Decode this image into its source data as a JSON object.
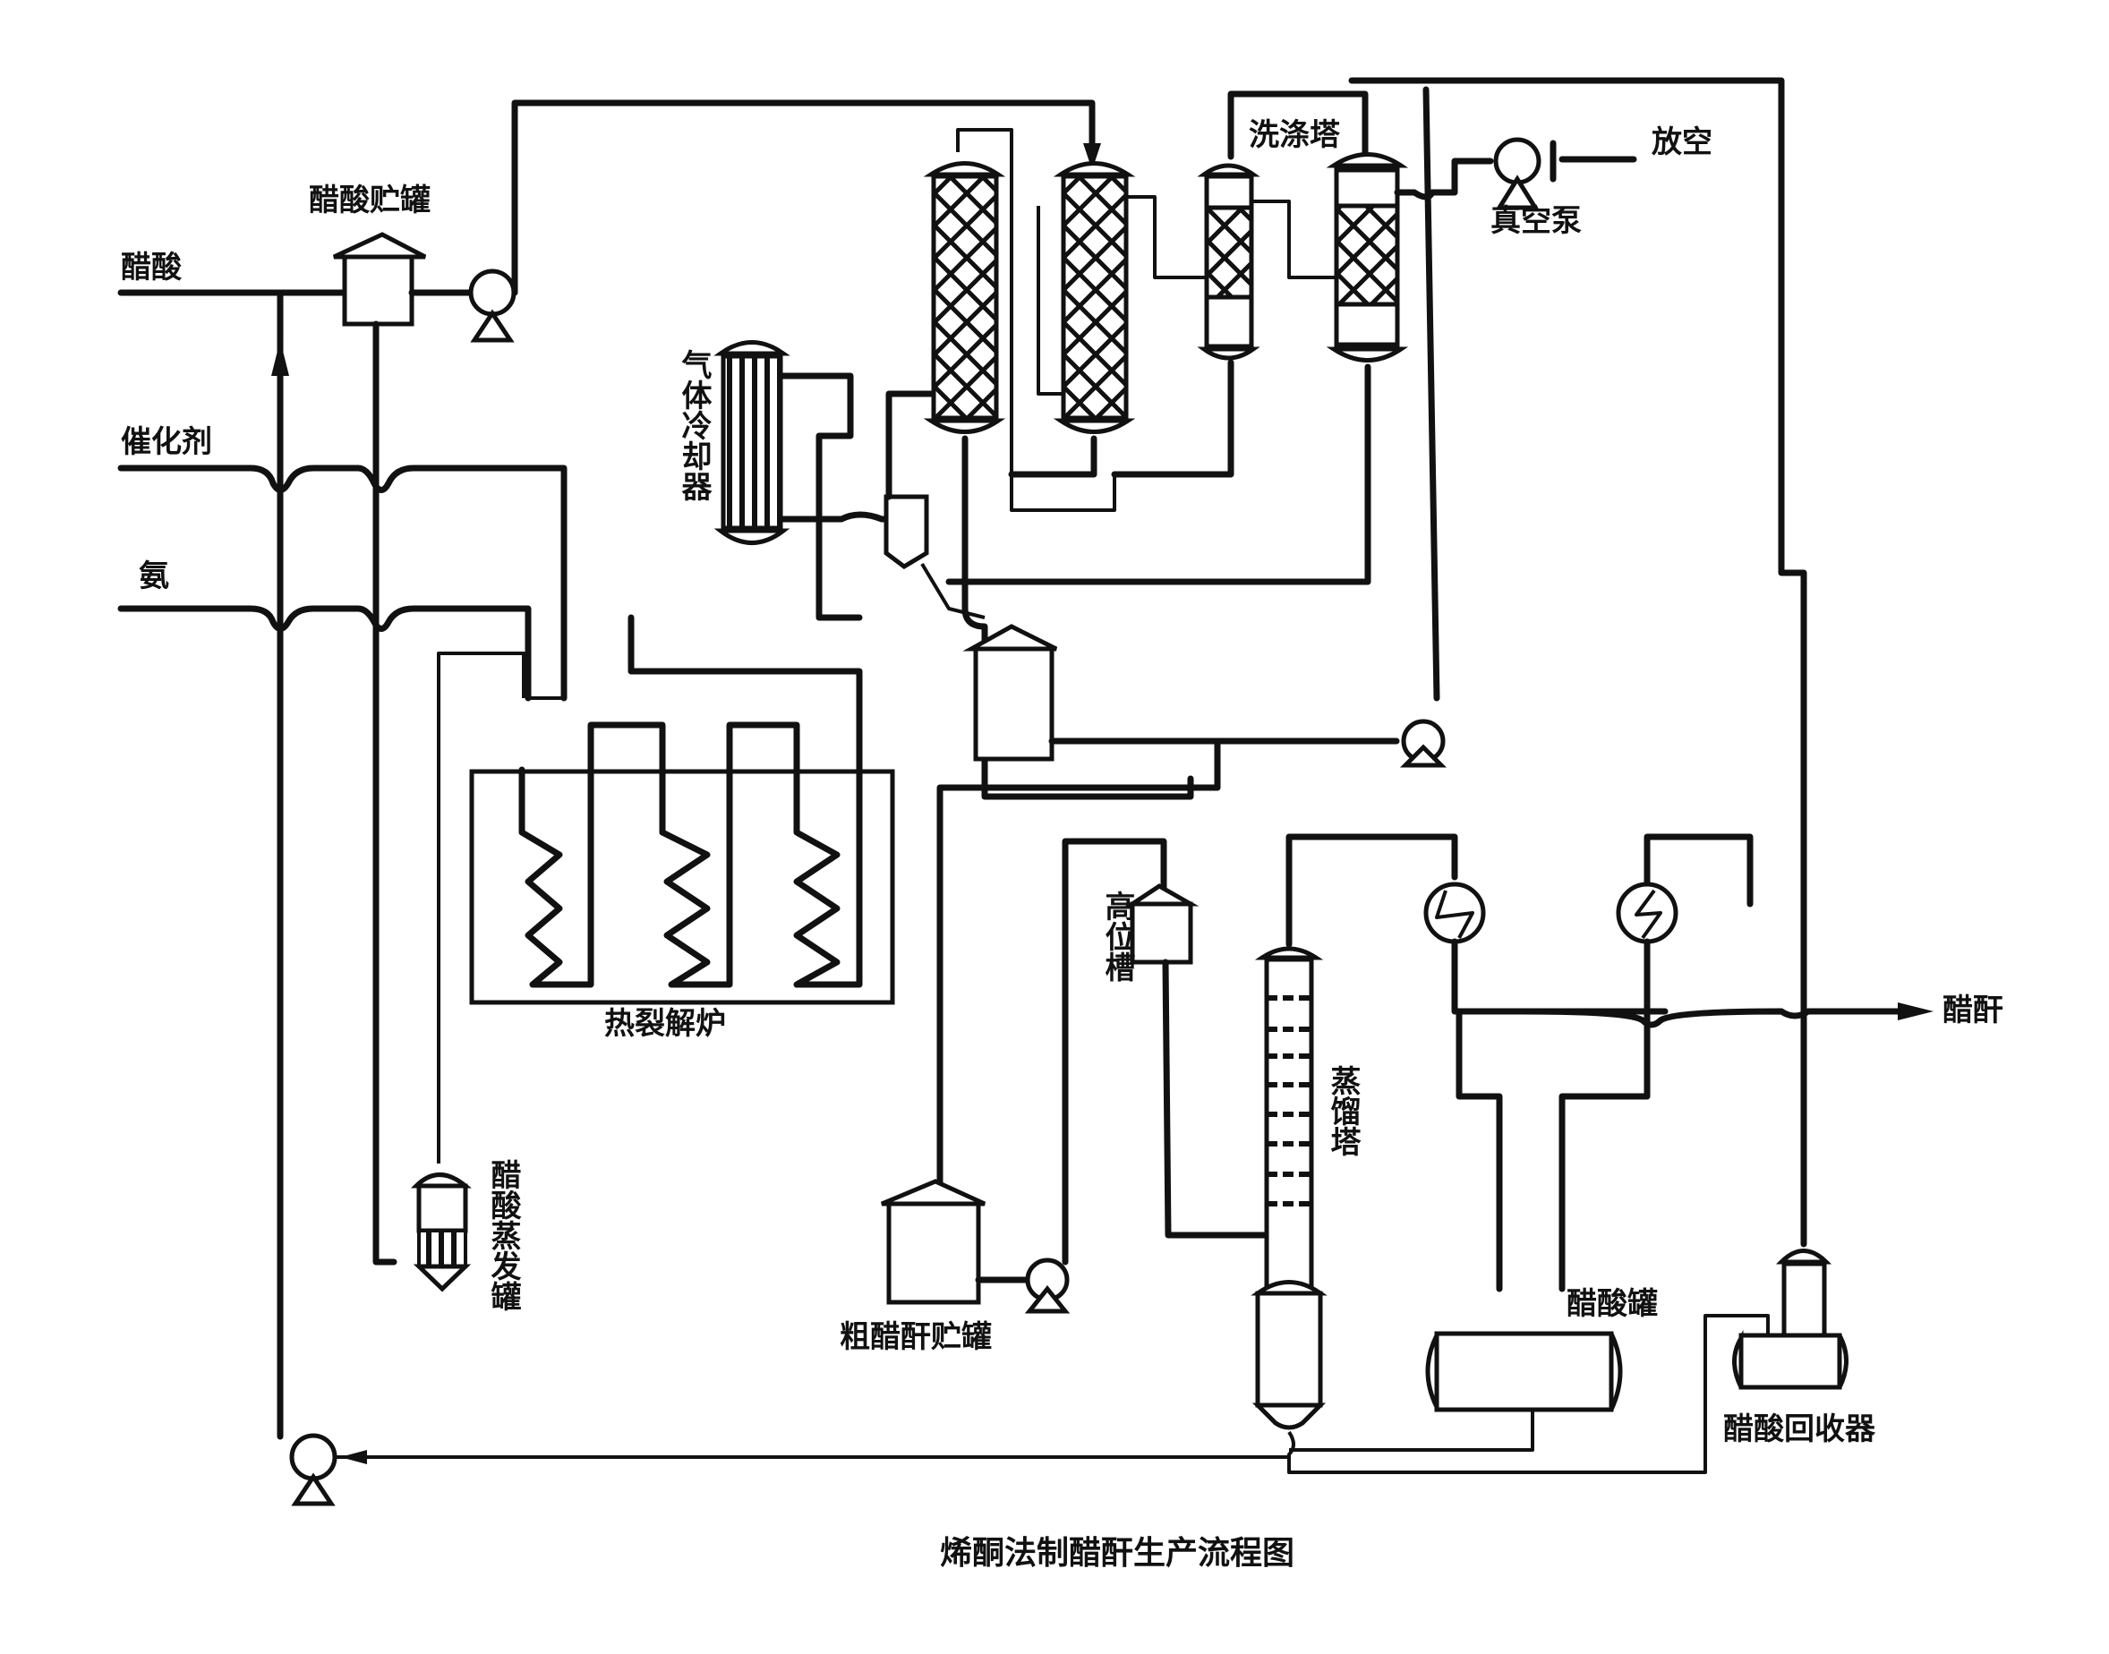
{
  "caption": "烯酮法制醋酐生产流程图",
  "feeds": {
    "acetic_acid": "醋酸",
    "catalyst": "催化剂",
    "ammonia": "氨"
  },
  "equipment": {
    "acetic_acid_storage_tank": "醋酸贮罐",
    "gas_cooler": "气体冷却器",
    "scrubber_tower": "洗涤塔",
    "vacuum_pump": "真空泵",
    "vent": "放空",
    "cracking_furnace": "热裂解炉",
    "acetic_acid_evaporator": "醋酸蒸发罐",
    "crude_anhydride_tank": "粗醋酐贮罐",
    "head_tank": "高位槽",
    "distillation_tower": "蒸馏塔",
    "acetic_acid_tank": "醋酸罐",
    "acetic_acid_recovery": "醋酸回收器",
    "product": "醋酐"
  },
  "colors": {
    "ink": "#111111",
    "paper": "#ffffff"
  }
}
